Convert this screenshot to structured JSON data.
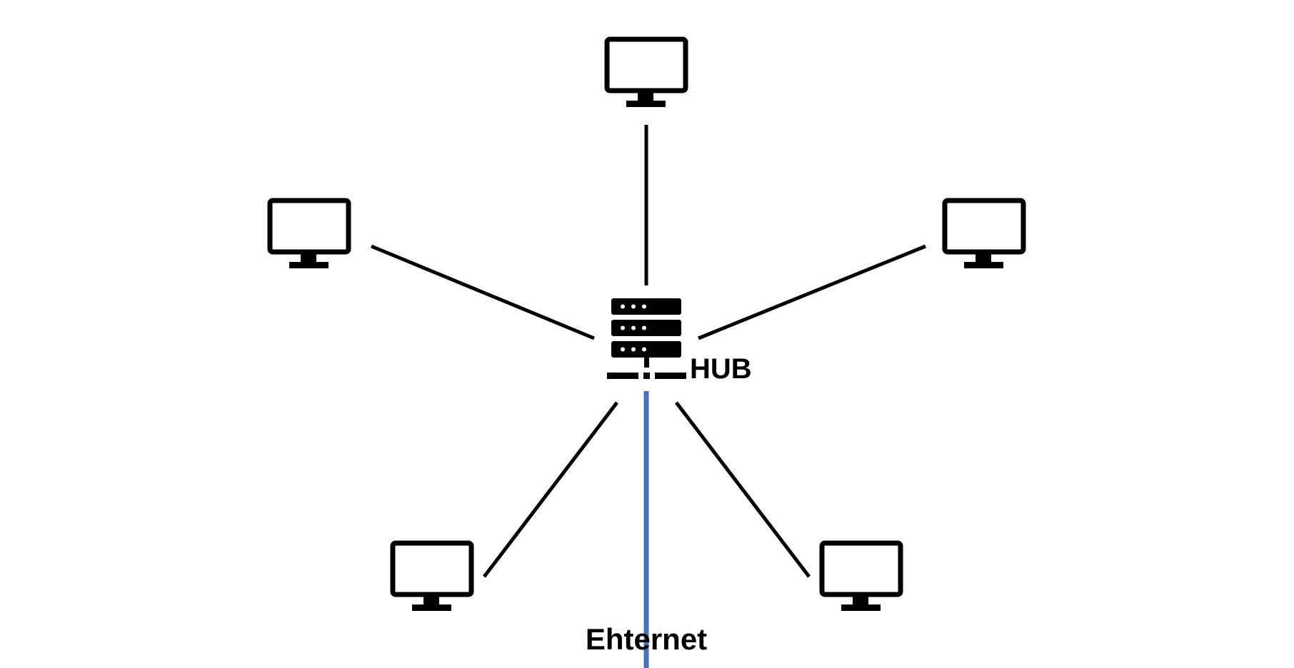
{
  "diagram": {
    "hub_label": "HUB",
    "ethernet_label": "Ehternet",
    "hub_icon": "server-rack-icon",
    "computer_icon": "monitor-icon",
    "colors": {
      "line": "#000000",
      "ethernet": "#4a6fbd",
      "background": "#ffffff"
    },
    "computers": [
      {
        "position": "top"
      },
      {
        "position": "upper-left"
      },
      {
        "position": "upper-right"
      },
      {
        "position": "lower-left"
      },
      {
        "position": "lower-right"
      }
    ]
  }
}
